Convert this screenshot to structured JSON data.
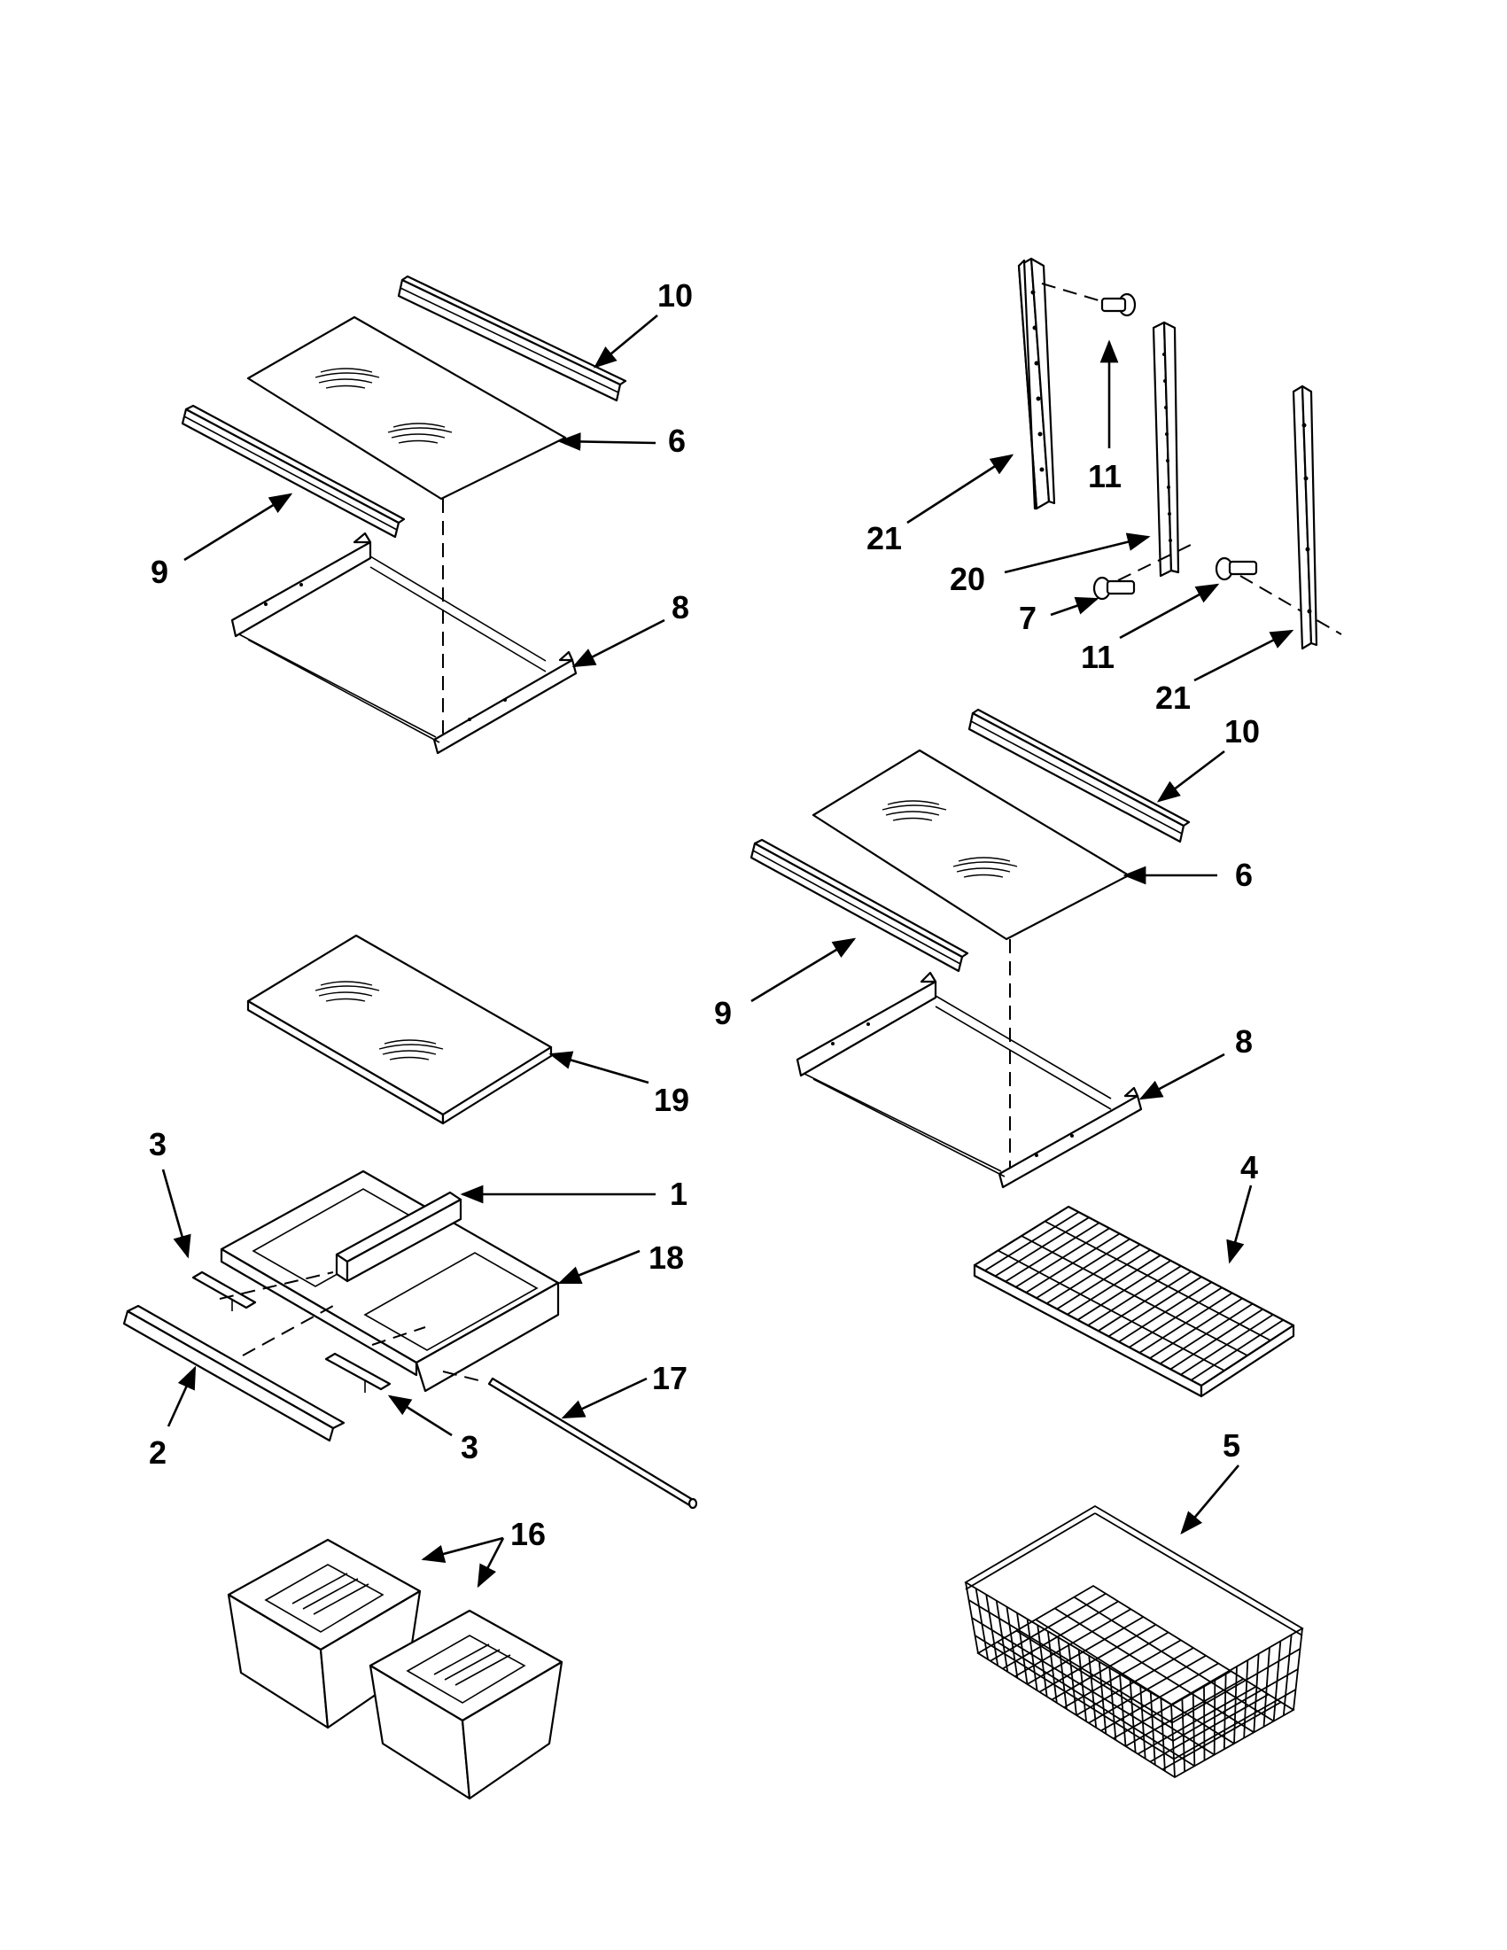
{
  "diagram": {
    "callouts": [
      {
        "id": "c10a",
        "label": "10"
      },
      {
        "id": "c6a",
        "label": "6"
      },
      {
        "id": "c9a",
        "label": "9"
      },
      {
        "id": "c8a",
        "label": "8"
      },
      {
        "id": "c21a",
        "label": "21"
      },
      {
        "id": "c11a",
        "label": "11"
      },
      {
        "id": "c20",
        "label": "20"
      },
      {
        "id": "c7",
        "label": "7"
      },
      {
        "id": "c11b",
        "label": "11"
      },
      {
        "id": "c21b",
        "label": "21"
      },
      {
        "id": "c10b",
        "label": "10"
      },
      {
        "id": "c6b",
        "label": "6"
      },
      {
        "id": "c9b",
        "label": "9"
      },
      {
        "id": "c8b",
        "label": "8"
      },
      {
        "id": "c19",
        "label": "19"
      },
      {
        "id": "c3a",
        "label": "3"
      },
      {
        "id": "c1",
        "label": "1"
      },
      {
        "id": "c18",
        "label": "18"
      },
      {
        "id": "c4",
        "label": "4"
      },
      {
        "id": "c17",
        "label": "17"
      },
      {
        "id": "c2",
        "label": "2"
      },
      {
        "id": "c3b",
        "label": "3"
      },
      {
        "id": "c5",
        "label": "5"
      },
      {
        "id": "c16",
        "label": "16"
      }
    ]
  }
}
